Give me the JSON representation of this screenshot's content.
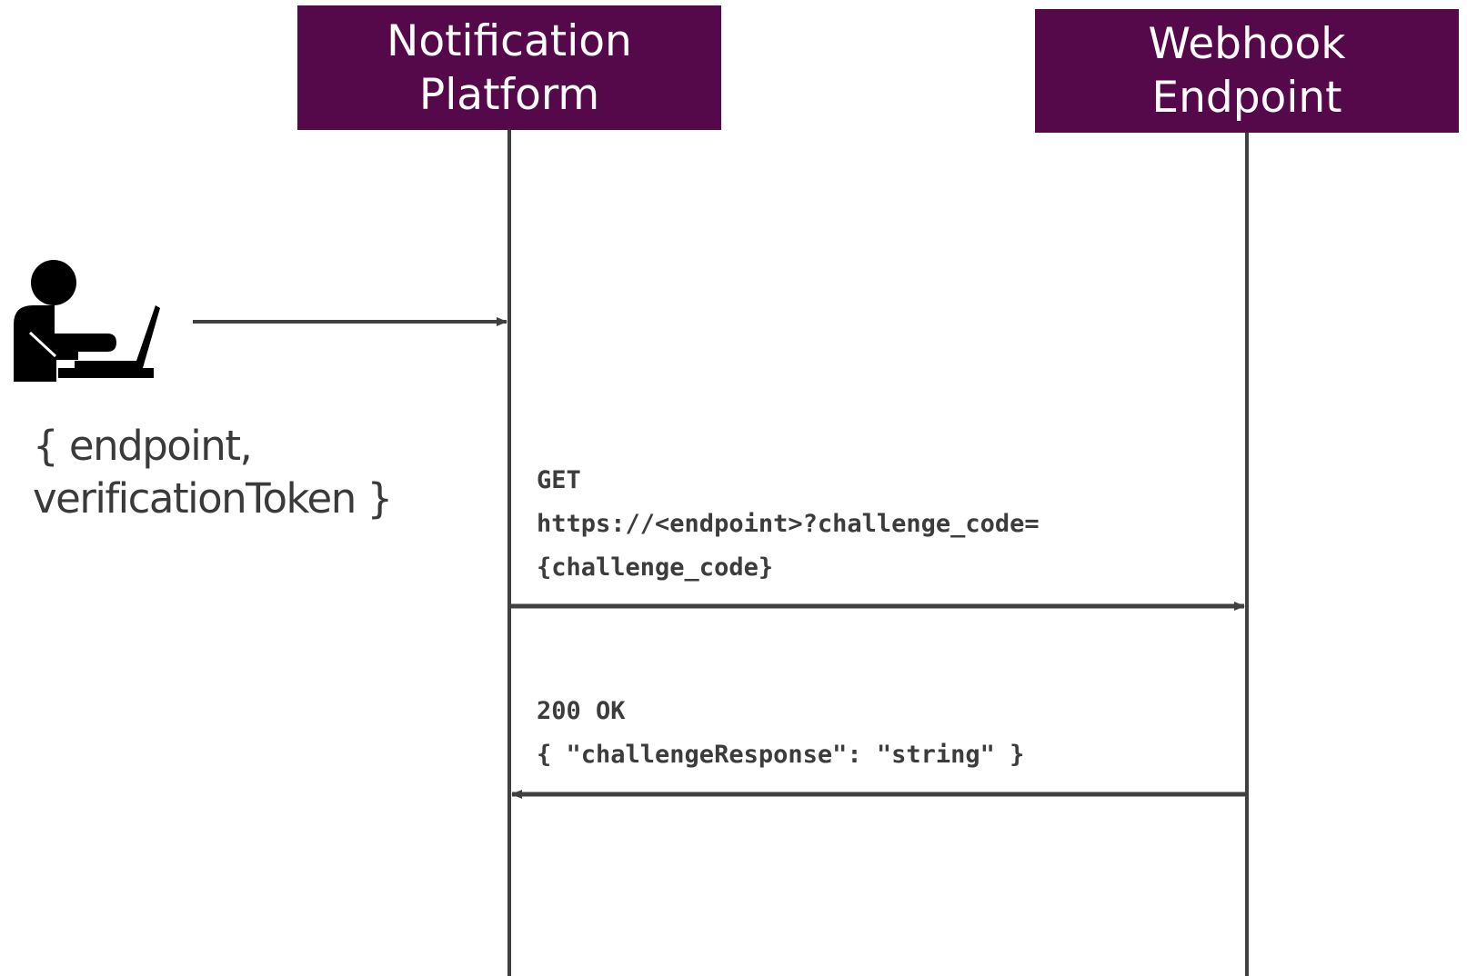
{
  "participants": {
    "notification_platform": {
      "line1": "Notification",
      "line2": "Platform"
    },
    "webhook_endpoint": {
      "line1": "Webhook",
      "line2": "Endpoint"
    }
  },
  "actor": {
    "icon": "person-at-laptop-icon",
    "payload_line1": "{ endpoint,",
    "payload_line2": "verificationToken }"
  },
  "messages": {
    "request": {
      "line1": "GET",
      "line2": "https://<endpoint>?challenge_code=",
      "line3": "{challenge_code}"
    },
    "response": {
      "line1": "200 OK",
      "line2": "{ \"challengeResponse\": \"string\" }"
    }
  },
  "colors": {
    "participant_fill": "#55084a",
    "line": "#404040",
    "text": "#3c3c3c"
  }
}
